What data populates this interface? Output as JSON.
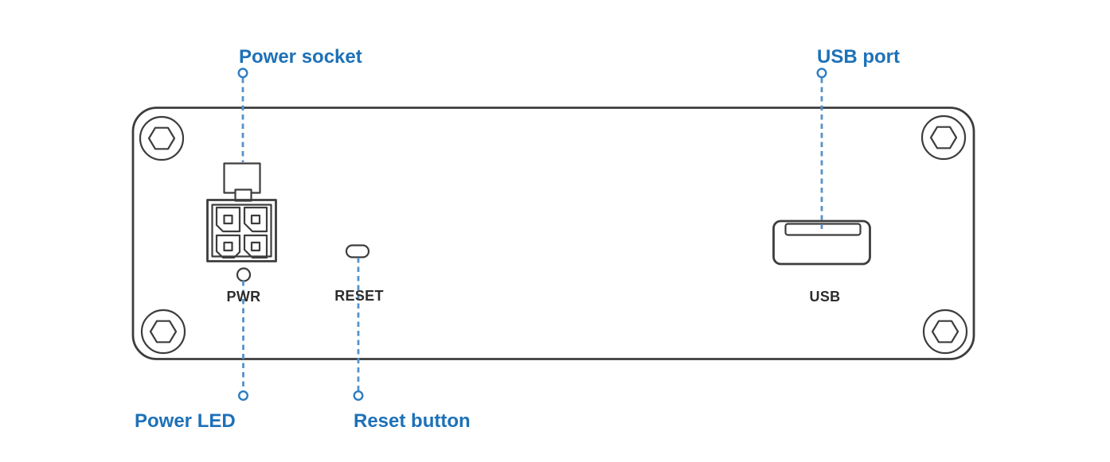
{
  "panel": {
    "labels": {
      "pwr": "PWR",
      "reset": "RESET",
      "usb": "USB"
    }
  },
  "callouts": {
    "power_socket": "Power socket",
    "usb_port": "USB port",
    "power_led": "Power LED",
    "reset_button": "Reset button"
  },
  "colors": {
    "label-blue": "#1d71b8",
    "line-blue": "#5592cb",
    "endpoint-blue": "#2e7cc1",
    "outline": "#3d3d3d",
    "text-dark": "#2d2d2d",
    "background": "#ffffff"
  }
}
